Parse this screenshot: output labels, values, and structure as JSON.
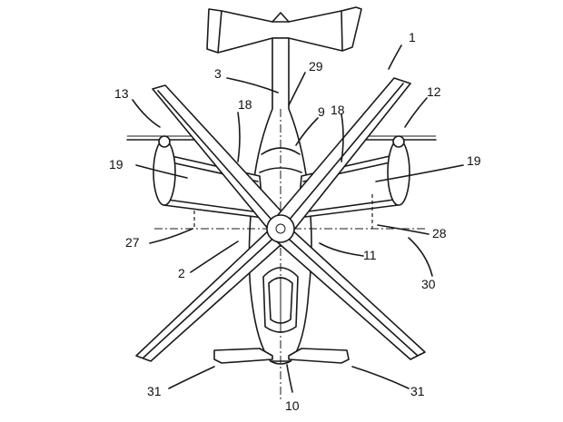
{
  "figure": {
    "labels": [
      {
        "id": "l1",
        "text": "1"
      },
      {
        "id": "l3",
        "text": "3"
      },
      {
        "id": "l29",
        "text": "29"
      },
      {
        "id": "l9",
        "text": "9"
      },
      {
        "id": "l13",
        "text": "13"
      },
      {
        "id": "l12",
        "text": "12"
      },
      {
        "id": "l18a",
        "text": "18"
      },
      {
        "id": "l18b",
        "text": "18"
      },
      {
        "id": "l19a",
        "text": "19"
      },
      {
        "id": "l19b",
        "text": "19"
      },
      {
        "id": "l27",
        "text": "27"
      },
      {
        "id": "l28",
        "text": "28"
      },
      {
        "id": "l11",
        "text": "11"
      },
      {
        "id": "l2",
        "text": "2"
      },
      {
        "id": "l30",
        "text": "30"
      },
      {
        "id": "l31a",
        "text": "31"
      },
      {
        "id": "l31b",
        "text": "31"
      },
      {
        "id": "l10",
        "text": "10"
      }
    ]
  }
}
